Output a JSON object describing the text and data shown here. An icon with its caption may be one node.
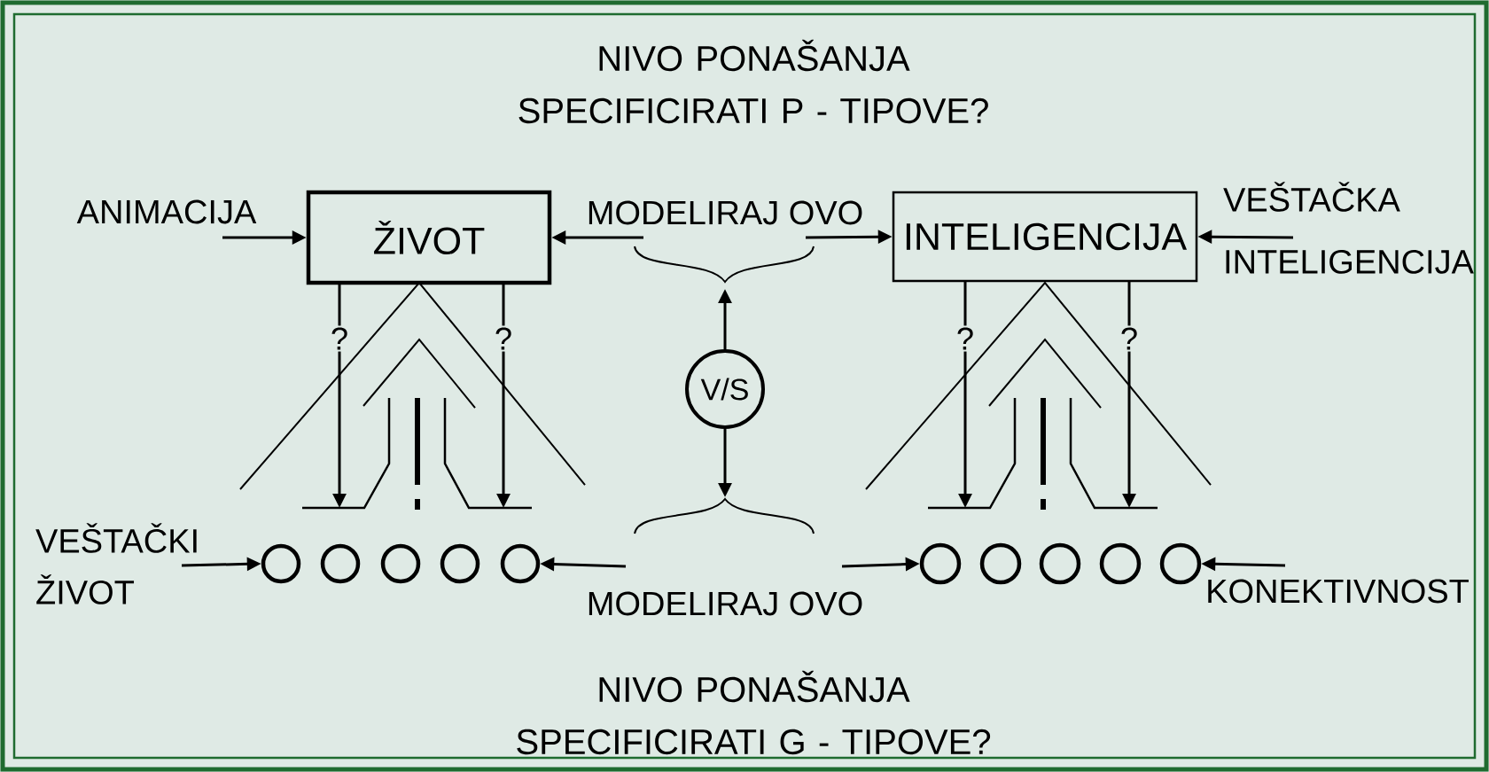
{
  "diagram": {
    "title": "NIVO PONAŠANJA SPECIFICIRATI  P - TIPOVE?",
    "caption": "NIVO PONAŠANJA SPECIFICIRATI  G - TIPOVE?",
    "nodes": [
      {
        "text": [
          "ANIMACIJA"
        ]
      },
      {
        "text": [
          "ŽIVOT"
        ]
      },
      {
        "text": [
          "MODELIRAJ OVO"
        ]
      },
      {
        "text": [
          "INTELIGENCIJA"
        ]
      },
      {
        "text": [
          "VEŠTAČKA INTELIGENCIJA"
        ]
      },
      {
        "text": [
          "V/S"
        ]
      },
      {
        "text": [
          "VEŠTAČKI ŽIVOT"
        ]
      },
      {
        "text": [],
        "shape": "circle"
      },
      {
        "text": [],
        "shape": "circle"
      },
      {
        "text": [],
        "shape": "circle"
      },
      {
        "text": [],
        "shape": "circle"
      },
      {
        "text": [],
        "shape": "circle"
      },
      {
        "text": [
          "MODELIRAJ OVO"
        ]
      },
      {
        "text": [],
        "shape": "circle"
      },
      {
        "text": [],
        "shape": "circle"
      },
      {
        "text": [],
        "shape": "circle"
      },
      {
        "text": [],
        "shape": "circle"
      },
      {
        "text": [],
        "shape": "circle"
      },
      {
        "text": [
          "KONEKTIVNOST"
        ]
      }
    ],
    "edges": [
      {
        "from": 0,
        "to": 1,
        "arrow": "to"
      },
      {
        "from": 2,
        "to": 1,
        "arrow": "to"
      },
      {
        "from": 2,
        "to": 3,
        "arrow": "to"
      },
      {
        "from": 4,
        "to": 3,
        "arrow": "to"
      },
      {
        "from": 5,
        "to": 2,
        "arrow": "to"
      },
      {
        "from": 5,
        "to": 12,
        "arrow": "to"
      },
      {
        "from": 6,
        "to": 7,
        "arrow": "to"
      },
      {
        "from": 12,
        "to": 11,
        "arrow": "to"
      },
      {
        "from": 12,
        "to": 13,
        "arrow": "to"
      },
      {
        "from": 18,
        "to": 17,
        "arrow": "to"
      },
      {
        "from": 1,
        "to": null,
        "arrow": "to",
        "label": "?"
      },
      {
        "from": 1,
        "to": null,
        "arrow": "to",
        "label": "?"
      },
      {
        "from": 3,
        "to": null,
        "arrow": "to",
        "label": "?"
      },
      {
        "from": 3,
        "to": null,
        "arrow": "to",
        "label": "?"
      }
    ]
  }
}
